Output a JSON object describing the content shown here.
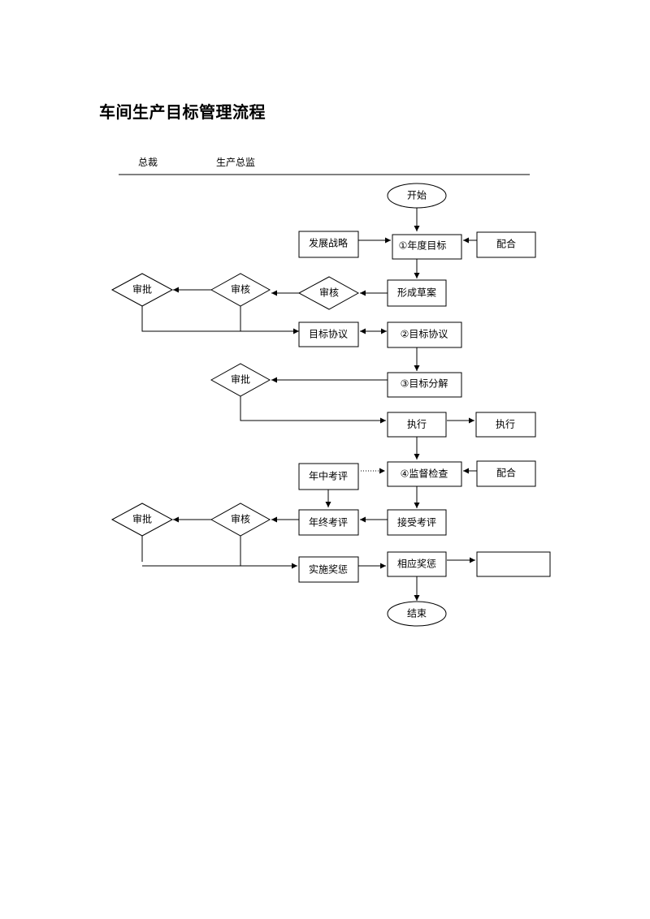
{
  "title": "车间生产目标管理流程",
  "lanes": {
    "president": "总裁",
    "production_director": "生产总监"
  },
  "nodes": {
    "start": "开始",
    "annual_goal": "①年度目标",
    "strategy": "发展战略",
    "cooperate_1": "配合",
    "draft": "形成草案",
    "review_1": "审核",
    "review_2": "审核",
    "approve_1": "审批",
    "agreement_left": "目标协议",
    "agreement_right": "②目标协议",
    "decompose": "③目标分解",
    "approve_2": "审批",
    "execute_1": "执行",
    "execute_2": "执行",
    "supervise": "④监督检查",
    "midyear": "年中考评",
    "cooperate_2": "配合",
    "accept_eval": "接受考评",
    "yearend": "年终考评",
    "review_3": "审核",
    "approve_3": "审批",
    "implement": "实施奖惩",
    "reward": "相应奖惩",
    "blank": "",
    "end": "结束"
  }
}
